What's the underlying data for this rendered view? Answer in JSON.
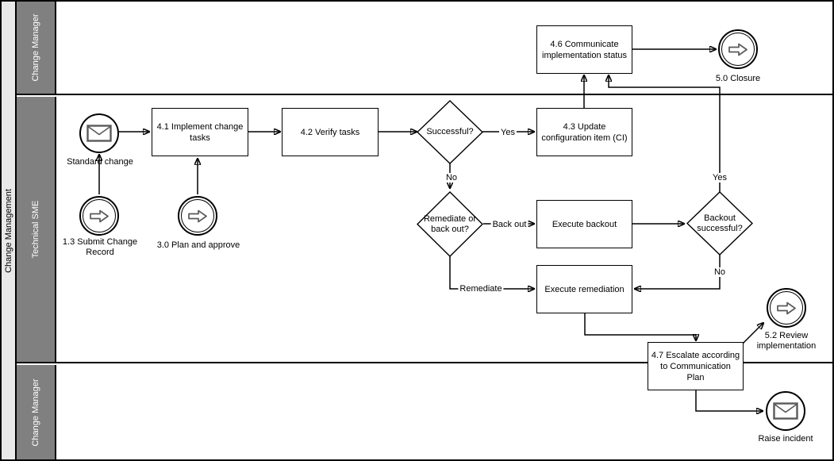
{
  "pool": {
    "label": "Change Management"
  },
  "lanes": [
    {
      "label": "Change Manager"
    },
    {
      "label": "Technical SME"
    },
    {
      "label": "Change Manager"
    }
  ],
  "nodes": {
    "standard_change": {
      "label": "Standard change",
      "icon": "envelope-icon"
    },
    "submit_change_record": {
      "label": "1.3 Submit Change Record",
      "icon": "link-arrow-icon"
    },
    "plan_and_approve": {
      "label": "3.0 Plan and approve",
      "icon": "link-arrow-icon"
    },
    "implement_change_tasks": {
      "label": "4.1 Implement change tasks"
    },
    "verify_tasks": {
      "label": "4.2 Verify tasks"
    },
    "successful": {
      "label": "Successful?"
    },
    "update_configuration_item": {
      "label": "4.3 Update configuration item (CI)"
    },
    "communicate_implementation_status": {
      "label": "4.6 Communicate implementation status"
    },
    "closure": {
      "label": "5.0 Closure",
      "icon": "link-arrow-icon"
    },
    "remediate_or_back_out": {
      "label": "Remediate or back out?"
    },
    "execute_backout": {
      "label": "Execute backout"
    },
    "backout_successful": {
      "label": "Backout successful?"
    },
    "execute_remediation": {
      "label": "Execute remediation"
    },
    "escalate_communication_plan": {
      "label": "4.7 Escalate according to Communication Plan"
    },
    "review_implementation": {
      "label": "5.2 Review implementation",
      "icon": "link-arrow-icon"
    },
    "raise_incident": {
      "label": "Raise incident",
      "icon": "envelope-icon"
    }
  },
  "edge_labels": {
    "successful_yes": "Yes",
    "successful_no": "No",
    "back_out": "Back out",
    "remediate": "Remediate",
    "backout_yes": "Yes",
    "backout_no": "No"
  },
  "colors": {
    "lane_header_fill": "#808080",
    "pool_header_fill": "#e9e9e9",
    "lane_header_text": "#ffffff",
    "line": "#000000",
    "icon_stroke": "#5a5a5a",
    "node_fill": "#ffffff"
  }
}
